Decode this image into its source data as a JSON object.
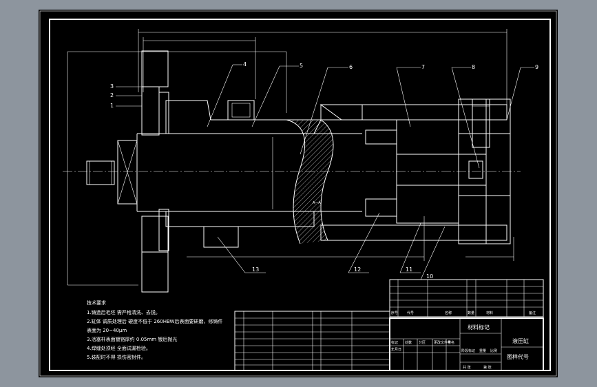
{
  "colors": {
    "background": "#8d959e",
    "paper": "#000000",
    "line": "#ffffff"
  },
  "balloons": [
    "4",
    "5",
    "6",
    "7",
    "8",
    "9",
    "3",
    "2",
    "1",
    "13",
    "12",
    "11",
    "10"
  ],
  "section_mark": "A—A",
  "notes": {
    "title": "技术要求",
    "lines": [
      "1.铸造后毛坯 需严格清洗、去锐。",
      "2.缸体 调质处理后 硬度不低于 260HBW后表面要研磨，修铸件",
      "   表面为 20~40μm",
      "3.活塞杆表面镀铬厚约 0.05mm 镀后抛光",
      "4.焊缝处须经 全面试漏检验。",
      "5.装配时不得 损伤密封件。"
    ]
  },
  "title_block": {
    "material_mark": "材料标记",
    "drawing_name": "液压缸",
    "drawing_code": "图样代号",
    "seq_header": "序号",
    "code_header": "代号",
    "name_header": "名称",
    "qty_header": "数量",
    "material_header": "材料",
    "remark_header": "备注",
    "sign_row": [
      "标记",
      "处数",
      "分区",
      "更改文件号",
      "签名",
      "年月日"
    ],
    "bottom_row": [
      "阶段标记",
      "重量",
      "比例"
    ],
    "sheet_row": [
      "共 张",
      "第 张"
    ]
  }
}
